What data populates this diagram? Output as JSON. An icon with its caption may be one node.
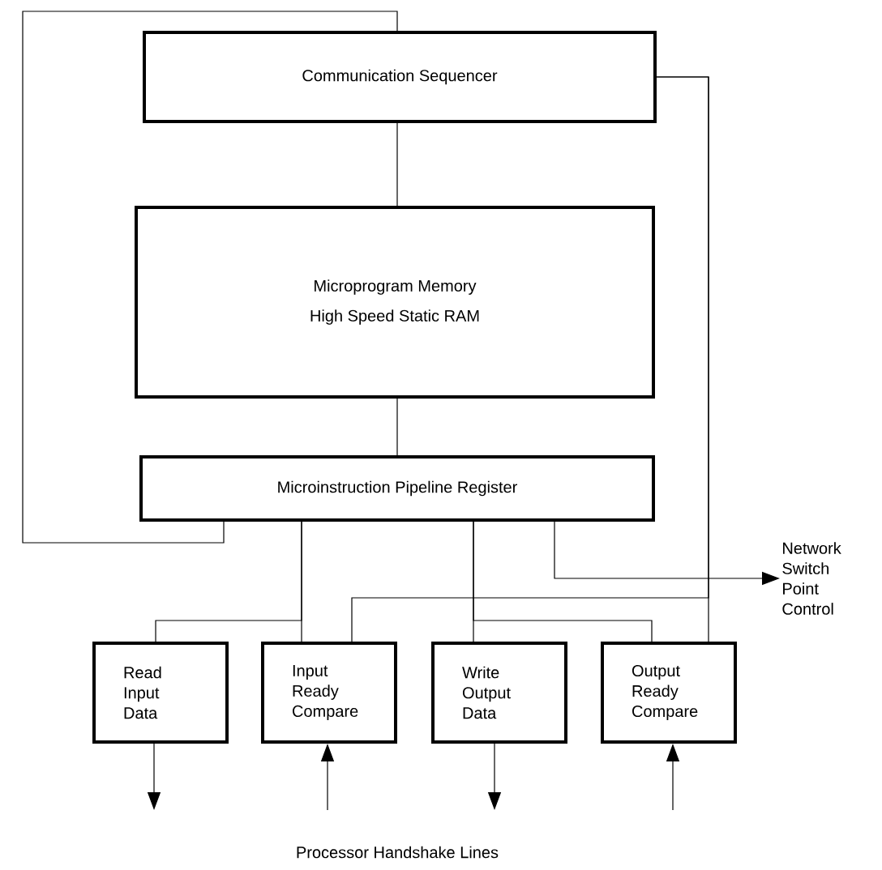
{
  "diagram": {
    "nodes": [
      {
        "text": [
          "Communication Sequencer"
        ]
      },
      {
        "text": [
          "Microprogram Memory",
          "High Speed Static RAM"
        ]
      },
      {
        "text": [
          "Microinstruction Pipeline Register"
        ]
      },
      {
        "text": [
          "Read Input Data"
        ]
      },
      {
        "text": [
          "Input Ready Compare"
        ]
      },
      {
        "text": [
          "Write Output Data"
        ]
      },
      {
        "text": [
          "Output Ready Compare"
        ]
      },
      {
        "text": [
          "Network Switch Point Control"
        ]
      }
    ],
    "edges": [
      {
        "from": 0,
        "to": 1,
        "arrow": "none"
      },
      {
        "from": 1,
        "to": 2,
        "arrow": "none"
      },
      {
        "from": 2,
        "to": 0,
        "arrow": "none"
      },
      {
        "from": 0,
        "to": 6,
        "arrow": "none"
      },
      {
        "from": 2,
        "to": 3,
        "arrow": "none"
      },
      {
        "from": 2,
        "to": 4,
        "arrow": "none"
      },
      {
        "from": 2,
        "to": 5,
        "arrow": "none"
      },
      {
        "from": 2,
        "to": 6,
        "arrow": "none"
      },
      {
        "from": 2,
        "to": 7,
        "arrow": "to"
      },
      {
        "from": 4,
        "to": 0,
        "arrow": "none"
      },
      {
        "from": 3,
        "to": null,
        "arrow": "to"
      },
      {
        "from": null,
        "to": 4,
        "arrow": "to"
      },
      {
        "from": 5,
        "to": null,
        "arrow": "to"
      },
      {
        "from": null,
        "to": 6,
        "arrow": "to"
      }
    ],
    "labels": [
      "Processor Handshake Lines"
    ]
  }
}
